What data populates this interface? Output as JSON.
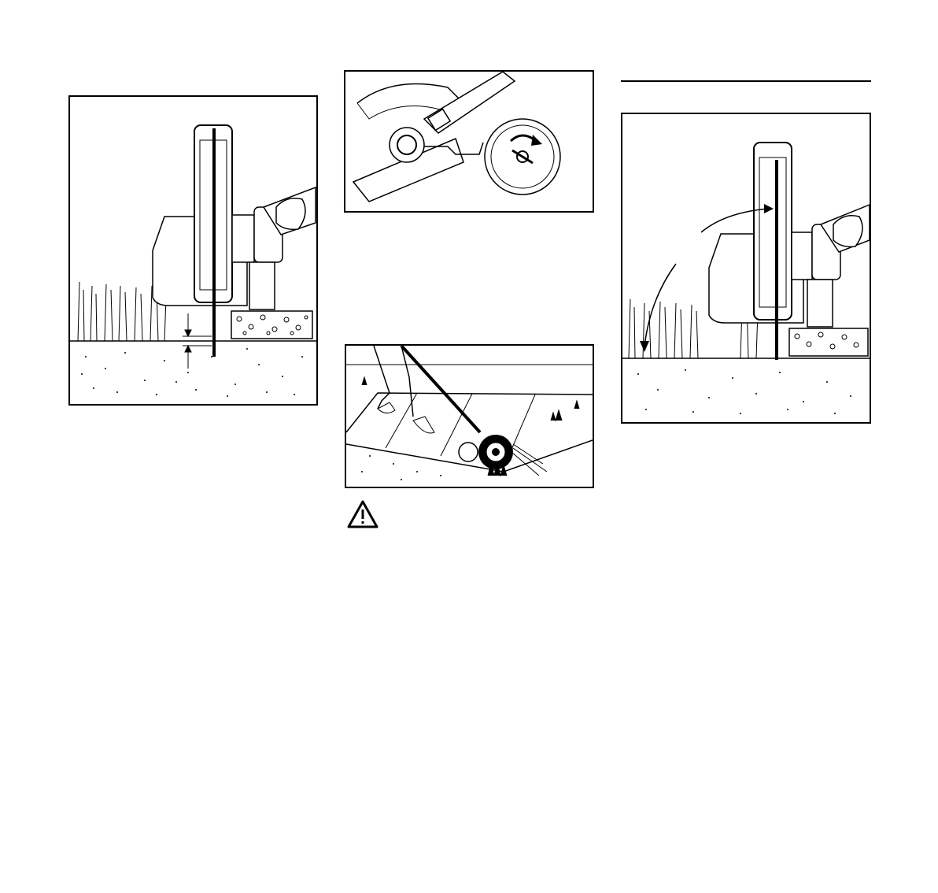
{
  "page": {
    "figures": [
      {
        "id": "edge-height-diagram",
        "icon": "edger-side-view"
      },
      {
        "id": "wheel-adjust-diagram",
        "icon": "wheel-knob-rotate"
      },
      {
        "id": "edging-in-use-diagram",
        "icon": "operator-edging-sidewalk"
      },
      {
        "id": "trench-edge-diagram",
        "icon": "edger-side-view-arrow"
      }
    ],
    "warning": {
      "icon": "warning-triangle-icon",
      "color": "#000000"
    }
  }
}
